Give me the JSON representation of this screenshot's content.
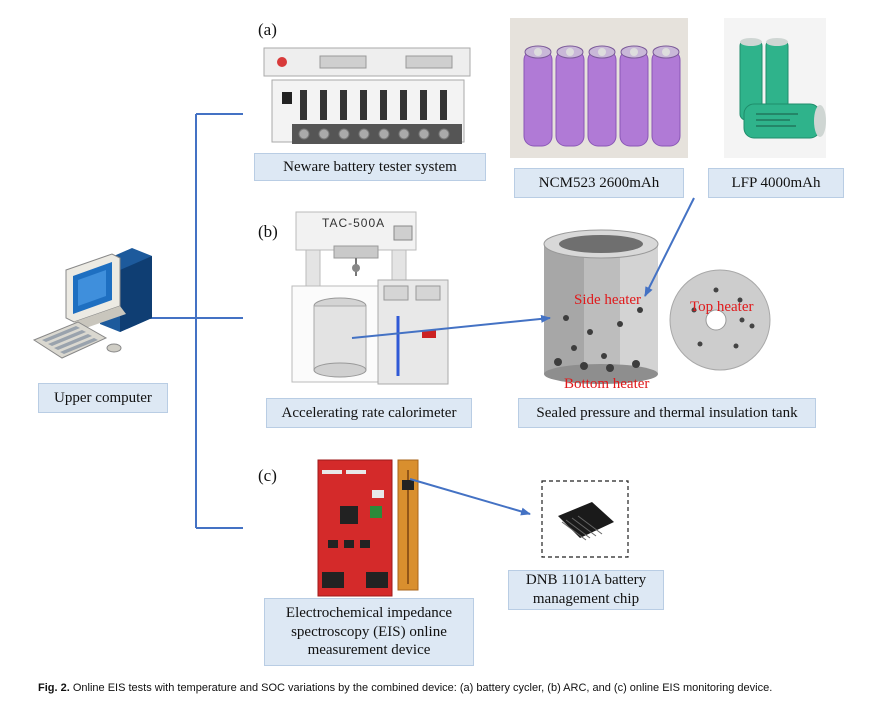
{
  "panels": {
    "a": "(a)",
    "b": "(b)",
    "c": "(c)"
  },
  "labels": {
    "upper_computer": "Upper computer",
    "neware": "Neware battery tester system",
    "ncm": "NCM523 2600mAh",
    "lfp": "LFP 4000mAh",
    "arc": "Accelerating rate calorimeter",
    "tank": "Sealed pressure and thermal insulation tank",
    "eis_device": "Electrochemical impedance spectroscopy (EIS) online measurement device",
    "dnb_chip": "DNB 1101A battery management chip"
  },
  "heater_labels": {
    "side": "Side heater",
    "top": "Top heater",
    "bottom": "Bottom heater"
  },
  "device_text": {
    "tac": "TAC-500A"
  },
  "caption": {
    "prefix": "Fig. 2.",
    "text": "Online EIS tests with temperature and SOC variations by the combined device: (a) battery cycler, (b) ARC, and (c) online EIS monitoring device."
  },
  "colors": {
    "connector": "#4472c4",
    "label_box": "#dde8f4",
    "heater_text": "#e0191b",
    "ncm_cell": "#b07ad6",
    "lfp_cell": "#2fb38b",
    "pcb": "#d42a2a"
  }
}
